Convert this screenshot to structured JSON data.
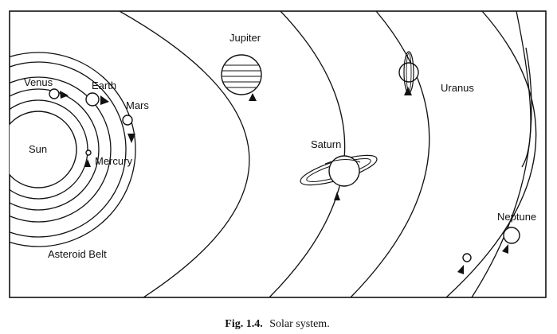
{
  "labels": {
    "sun": "Sun",
    "mercury": "Mercury",
    "venus": "Venus",
    "earth": "Earth",
    "mars": "Mars",
    "asteroid_belt": "Asteroid Belt",
    "jupiter": "Jupiter",
    "saturn": "Saturn",
    "uranus": "Uranus",
    "neptune": "Neptune"
  },
  "caption": {
    "figure_number": "Fig. 1.4.",
    "text": "Solar system."
  }
}
